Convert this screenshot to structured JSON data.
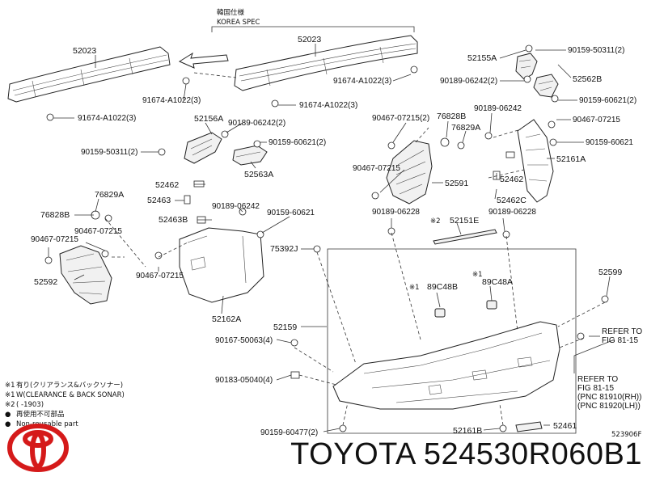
{
  "brand": {
    "name": "TOYOTA",
    "part_number": "524530R060B1",
    "logo_icon": "toyota-logo-icon",
    "logo_color": "#d51a1a"
  },
  "diagram": {
    "spec_note_jp": "韓国仕様",
    "spec_note_en": "KOREA SPEC",
    "figure_code": "523906F",
    "callouts": [
      {
        "id": "c01",
        "text": "52023"
      },
      {
        "id": "c02",
        "text": "52023"
      },
      {
        "id": "c03",
        "text": "91674-A1022(3)"
      },
      {
        "id": "c04",
        "text": "91674-A1022(3)"
      },
      {
        "id": "c05",
        "text": "91674-A1022(3)"
      },
      {
        "id": "c06",
        "text": "91674-A1022(3)"
      },
      {
        "id": "c07",
        "text": "52155A"
      },
      {
        "id": "c08",
        "text": "90159-50311(2)"
      },
      {
        "id": "c09",
        "text": "90189-06242(2)"
      },
      {
        "id": "c10",
        "text": "52562B"
      },
      {
        "id": "c11",
        "text": "90159-60621(2)"
      },
      {
        "id": "c12",
        "text": "52156A"
      },
      {
        "id": "c13",
        "text": "90189-06242(2)"
      },
      {
        "id": "c14",
        "text": "90159-60621(2)"
      },
      {
        "id": "c15",
        "text": "90159-50311(2)"
      },
      {
        "id": "c16",
        "text": "52563A"
      },
      {
        "id": "c17",
        "text": "90467-07215(2)"
      },
      {
        "id": "c18",
        "text": "76828B"
      },
      {
        "id": "c19",
        "text": "90189-06242"
      },
      {
        "id": "c20",
        "text": "76829A"
      },
      {
        "id": "c21",
        "text": "90467-07215"
      },
      {
        "id": "c22",
        "text": "90159-60621"
      },
      {
        "id": "c23",
        "text": "52161A"
      },
      {
        "id": "c24",
        "text": "90467-07215"
      },
      {
        "id": "c25",
        "text": "52591"
      },
      {
        "id": "c26",
        "text": "52462"
      },
      {
        "id": "c27",
        "text": "52462C"
      },
      {
        "id": "c28",
        "text": "52462"
      },
      {
        "id": "c29",
        "text": "52463"
      },
      {
        "id": "c30",
        "text": "76829A"
      },
      {
        "id": "c31",
        "text": "90189-06242"
      },
      {
        "id": "c32",
        "text": "90159-60621"
      },
      {
        "id": "c33",
        "text": "76828B"
      },
      {
        "id": "c34",
        "text": "52463B"
      },
      {
        "id": "c35",
        "text": "90467-07215"
      },
      {
        "id": "c36",
        "text": "90467-07215"
      },
      {
        "id": "c37",
        "text": "75392J"
      },
      {
        "id": "c38",
        "text": "90189-06228"
      },
      {
        "id": "c39",
        "text": "※2"
      },
      {
        "id": "c40",
        "text": "52151E"
      },
      {
        "id": "c41",
        "text": "90189-06228"
      },
      {
        "id": "c42",
        "text": "52592"
      },
      {
        "id": "c43",
        "text": "90467-07215"
      },
      {
        "id": "c44",
        "text": "52599"
      },
      {
        "id": "c45",
        "text": "※1"
      },
      {
        "id": "c46",
        "text": "89C48A"
      },
      {
        "id": "c47",
        "text": "※1"
      },
      {
        "id": "c48",
        "text": "89C48B"
      },
      {
        "id": "c49",
        "text": "52162A"
      },
      {
        "id": "c50",
        "text": "52159"
      },
      {
        "id": "c51",
        "text": "90167-50063(4)"
      },
      {
        "id": "c52",
        "text": "90183-05040(4)"
      },
      {
        "id": "c53",
        "text": "90159-60477(2)"
      },
      {
        "id": "c54",
        "text": "52161B"
      },
      {
        "id": "c55",
        "text": "52461"
      }
    ],
    "refer_1": [
      "REFER TO",
      "FIG 81-15"
    ],
    "refer_2": [
      "REFER TO",
      "FIG 81-15",
      "(PNC 81910(RH))",
      "(PNC 81920(LH))"
    ],
    "legend": [
      {
        "mark": "※1",
        "text": "有り(クリアランス&バックソナー)"
      },
      {
        "mark": "※1",
        "text": "W(CLEARANCE & BACK SONAR)"
      },
      {
        "mark": "※2",
        "text": "(    -1903)"
      },
      {
        "mark": "●",
        "text": "再使用不可部品"
      },
      {
        "mark": "●",
        "text": "Non-reusable part"
      }
    ]
  }
}
